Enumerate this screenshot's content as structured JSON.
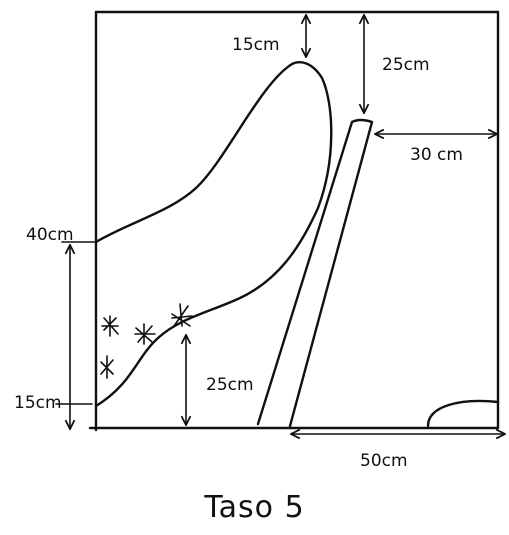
{
  "labels": {
    "top_gap": "15cm",
    "pole_top_gap": "25cm",
    "pole_right_gap": "30 cm",
    "height_40": "40cm",
    "height_15": "15cm",
    "height_25": "25cm",
    "bottom_50": "50cm"
  },
  "caption": "Taso 5",
  "colors": {
    "ink": "#111111",
    "background": "#ffffff"
  }
}
